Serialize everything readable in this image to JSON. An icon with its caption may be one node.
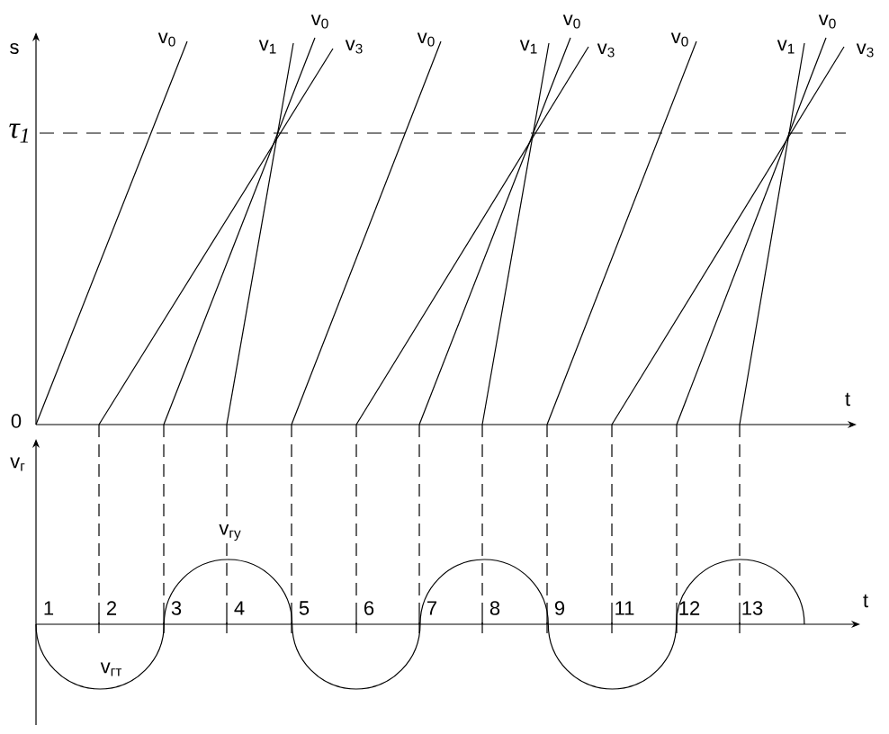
{
  "diagram": {
    "labels": [
      "s",
      "v$_{0}$",
      "v$_{1}$",
      "v$_{0}$",
      "v$_{3}$",
      "v$_{0}$",
      "v$_{1}$",
      "v$_{0}$",
      "v$_{3}$",
      "v$_{0}$",
      "v$_{1}$",
      "v$_{0}$",
      "v$_{3}$",
      "τ$_{1}$",
      "0",
      "t",
      "v$_{г}$",
      "v$_{гу}$",
      "1",
      "2",
      "3",
      "4",
      "5",
      "6",
      "7",
      "8",
      "9",
      "11",
      "12",
      "13",
      "t",
      "v$_{гт}$"
    ]
  }
}
